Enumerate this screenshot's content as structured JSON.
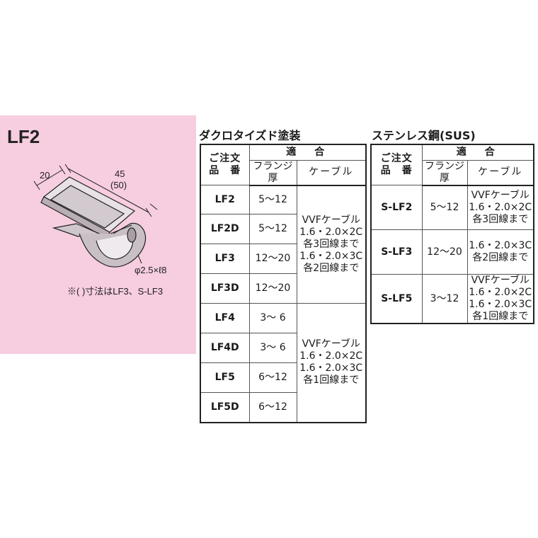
{
  "left_panel": {
    "model": "LF2",
    "dim_width": "20",
    "dim_length": "45",
    "dim_length_alt": "(50)",
    "rivet": "φ2.5×ℓ8",
    "note": "※(  )寸法はLF3、S-LF3"
  },
  "dacro": {
    "heading": "ダクロタイズド塗装",
    "header": {
      "order_line1": "ご注文",
      "order_line2": "品　番",
      "fit": "適　合",
      "flange": "フランジ厚",
      "cable": "ケーブル"
    },
    "rows": [
      {
        "code": "LF2",
        "range": "5〜12"
      },
      {
        "code": "LF2D",
        "range": "5〜12"
      },
      {
        "code": "LF3",
        "range": "12〜20"
      },
      {
        "code": "LF3D",
        "range": "12〜20"
      },
      {
        "code": "LF4",
        "range": "3〜 6"
      },
      {
        "code": "LF4D",
        "range": "3〜 6"
      },
      {
        "code": "LF5",
        "range": "6〜12"
      },
      {
        "code": "LF5D",
        "range": "6〜12"
      }
    ],
    "cable_group1": [
      "VVFケーブル",
      "1.6・2.0×2C",
      "各3回線まで",
      "1.6・2.0×3C",
      "各2回線まで"
    ],
    "cable_group2": [
      "VVFケーブル",
      "1.6・2.0×2C",
      "1.6・2.0×3C",
      "各1回線まで"
    ]
  },
  "sus": {
    "heading": "ステンレス鋼(SUS)",
    "header": {
      "order_line1": "ご注文",
      "order_line2": "品　番",
      "fit": "適　合",
      "flange": "フランジ厚",
      "cable": "ケーブル"
    },
    "rows": [
      {
        "code": "S-LF2",
        "range": "5〜12",
        "cable": [
          "VVFケーブル",
          "1.6・2.0×2C",
          "各3回線まで"
        ]
      },
      {
        "code": "S-LF3",
        "range": "12〜20",
        "cable": [
          "1.6・2.0×3C",
          "各2回線まで"
        ]
      },
      {
        "code": "S-LF5",
        "range": "3〜12",
        "cable": [
          "VVFケーブル",
          "1.6・2.0×2C",
          "1.6・2.0×3C",
          "各1回線まで"
        ]
      }
    ]
  },
  "colors": {
    "panel": "#f7cde0",
    "text": "#1a1a1a"
  }
}
